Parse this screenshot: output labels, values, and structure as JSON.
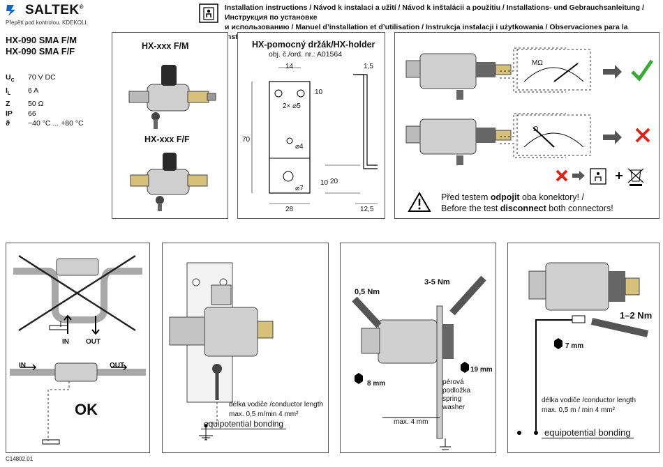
{
  "brand": {
    "name": "SALTEK",
    "reg": "®",
    "tagline": "Přepětí pod kontrolou. KDEKOLI."
  },
  "header": {
    "line1": "Installation instructions / Návod k instalaci a užití / Návod k inštalácii a použitiu / Installations- und Gebrauchsanleitung / Инструкция по установке",
    "line2": "и использованию / Manuel d’installation et d’utilisation / Instrukcja instalacji i użytkowania / Observaciones para la instalación y uso"
  },
  "models": [
    "HX-090 SMA F/M",
    "HX-090 SMA F/F"
  ],
  "specs": [
    {
      "key": "U",
      "sub": "C",
      "value": "70 V DC"
    },
    {
      "key": "I",
      "sub": "L",
      "value": "6 A"
    },
    {
      "key": "Z",
      "sub": "",
      "value": "50 Ω"
    },
    {
      "key": "IP",
      "sub": "",
      "value": "66"
    },
    {
      "key": "ϑ",
      "sub": "",
      "value": "−40 °C  ...  +80 °C"
    }
  ],
  "variants": {
    "fm": "HX-xxx F/M",
    "ff": "HX-xxx F/F"
  },
  "holder": {
    "title": "HX-pomocný držák/HX-holder",
    "order": "obj. č./ord. nr.: A01564",
    "dims": {
      "d14": "14",
      "d1_5": "1,5",
      "d10a": "10",
      "d2x5": "2× ⌀5",
      "d4": "⌀4",
      "d70": "70",
      "d7": "⌀7",
      "d10b": "10",
      "d20": "20",
      "d28": "28",
      "d12_5": "12,5"
    }
  },
  "test": {
    "meter1": "MΩ",
    "meter2": "Ω",
    "warning_cz_pre": "Před testem ",
    "warning_cz_bold": "odpojit",
    "warning_cz_post": " oba konektory! /",
    "warning_en_pre": "Before the test ",
    "warning_en_bold": "disconnect",
    "warning_en_post": " both connectors!"
  },
  "wiring": {
    "in": "IN",
    "out": "OUT",
    "in2": "IN",
    "out2": "OUT",
    "ok": "OK"
  },
  "mount": {
    "conductor": "délka vodiče /conductor length",
    "conductor2": "max. 0,5 m/min 4 mm²",
    "equi": "equipotential bonding"
  },
  "torque": {
    "t1": "0,5 Nm",
    "t2": "3-5 Nm",
    "w19": "19 mm",
    "w8": "8 mm",
    "washer1": "pérová",
    "washer2": "podložka",
    "washer3": "spring",
    "washer4": "washer",
    "max4": "max. 4 mm"
  },
  "bonding": {
    "torque": "1–2 Nm",
    "w7": "7 mm",
    "conductor": "délka vodiče /conductor length",
    "conductor2": "max. 0,5 m / min 4 mm²",
    "equi": "equipotential bonding"
  },
  "footer": "C14802.01",
  "colors": {
    "green": "#3aa935",
    "red": "#d9261c",
    "dark": "#222222",
    "gray": "#8a8a8a"
  }
}
